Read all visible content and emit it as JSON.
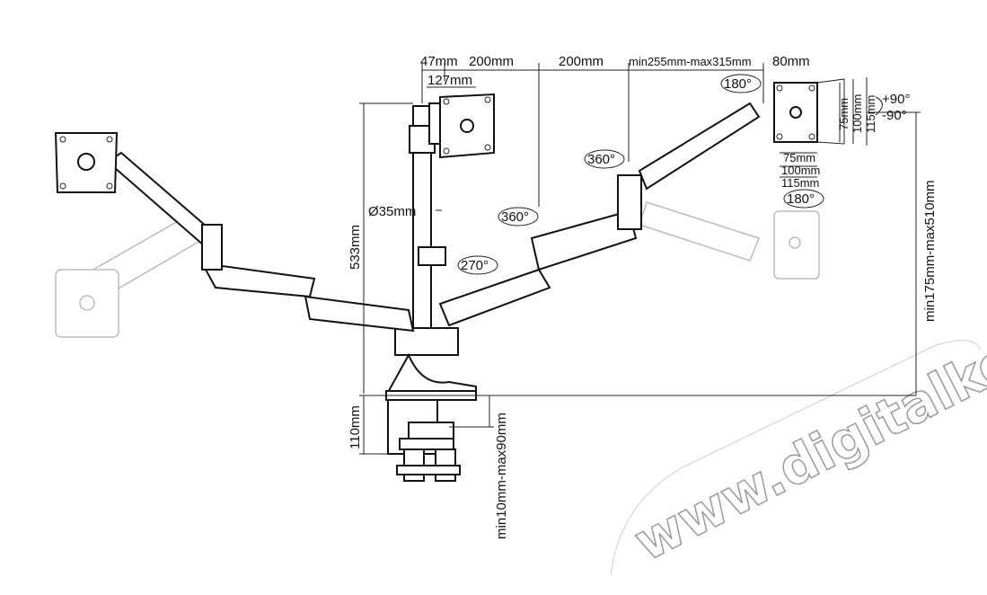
{
  "dimensions": {
    "top_47": "47mm",
    "top_200_left": "200mm",
    "top_200_mid": "200mm",
    "top_range": "min255mm-max315mm",
    "top_80": "80mm",
    "mid_127": "127mm",
    "pole_diameter": "Ø35mm",
    "height_533": "533mm",
    "clamp_110": "110mm",
    "clamp_thickness": "min10mm-max90mm",
    "height_range": "min175mm-max510mm",
    "vesa_75_v": "75mm",
    "vesa_100_v": "100mm",
    "vesa_115_v": "115mm",
    "vesa_75_h": "75mm",
    "vesa_100_h": "100mm",
    "vesa_115_h": "115mm"
  },
  "angles": {
    "left_270": "270°",
    "center_360": "360°",
    "right_360": "360°",
    "top_180": "180°",
    "bottom_180": "180°",
    "tilt_up": "+90°",
    "tilt_down": "-90°"
  },
  "watermark": "www.digitalko.hu"
}
